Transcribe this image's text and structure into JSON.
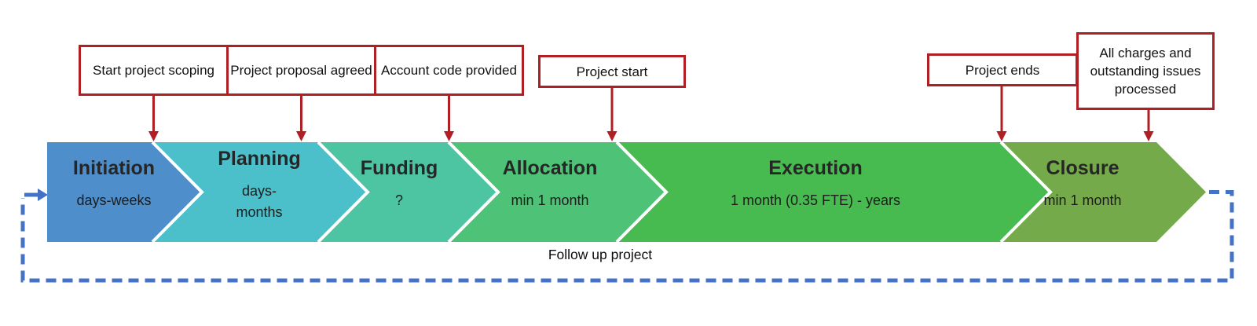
{
  "diagram": {
    "title_semantics": "Project lifecycle process flow",
    "phases": [
      {
        "title": "Initiation",
        "subtitle": "days-weeks",
        "color": "#4e8ecb"
      },
      {
        "title": "Planning",
        "subtitle": "days-\nmonths",
        "color": "#4bbfca"
      },
      {
        "title": "Funding",
        "subtitle": "?",
        "color": "#4dc5a3"
      },
      {
        "title": "Allocation",
        "subtitle": "min 1 month",
        "color": "#4ec377"
      },
      {
        "title": "Execution",
        "subtitle": "1 month (0.35 FTE) - years",
        "color": "#48bb50"
      },
      {
        "title": "Closure",
        "subtitle": "min 1 month",
        "color": "#74aa4a"
      }
    ],
    "callouts": [
      {
        "text": "Start project scoping"
      },
      {
        "text": "Project proposal agreed"
      },
      {
        "text": "Account code provided"
      },
      {
        "text": "Project start"
      },
      {
        "text": "Project ends"
      },
      {
        "text": "All charges and outstanding issues processed"
      }
    ],
    "loop_label": "Follow up project",
    "colors": {
      "callout_border": "#b01f24",
      "arrow_red": "#b01f24",
      "loop_blue": "#4472c4"
    }
  }
}
